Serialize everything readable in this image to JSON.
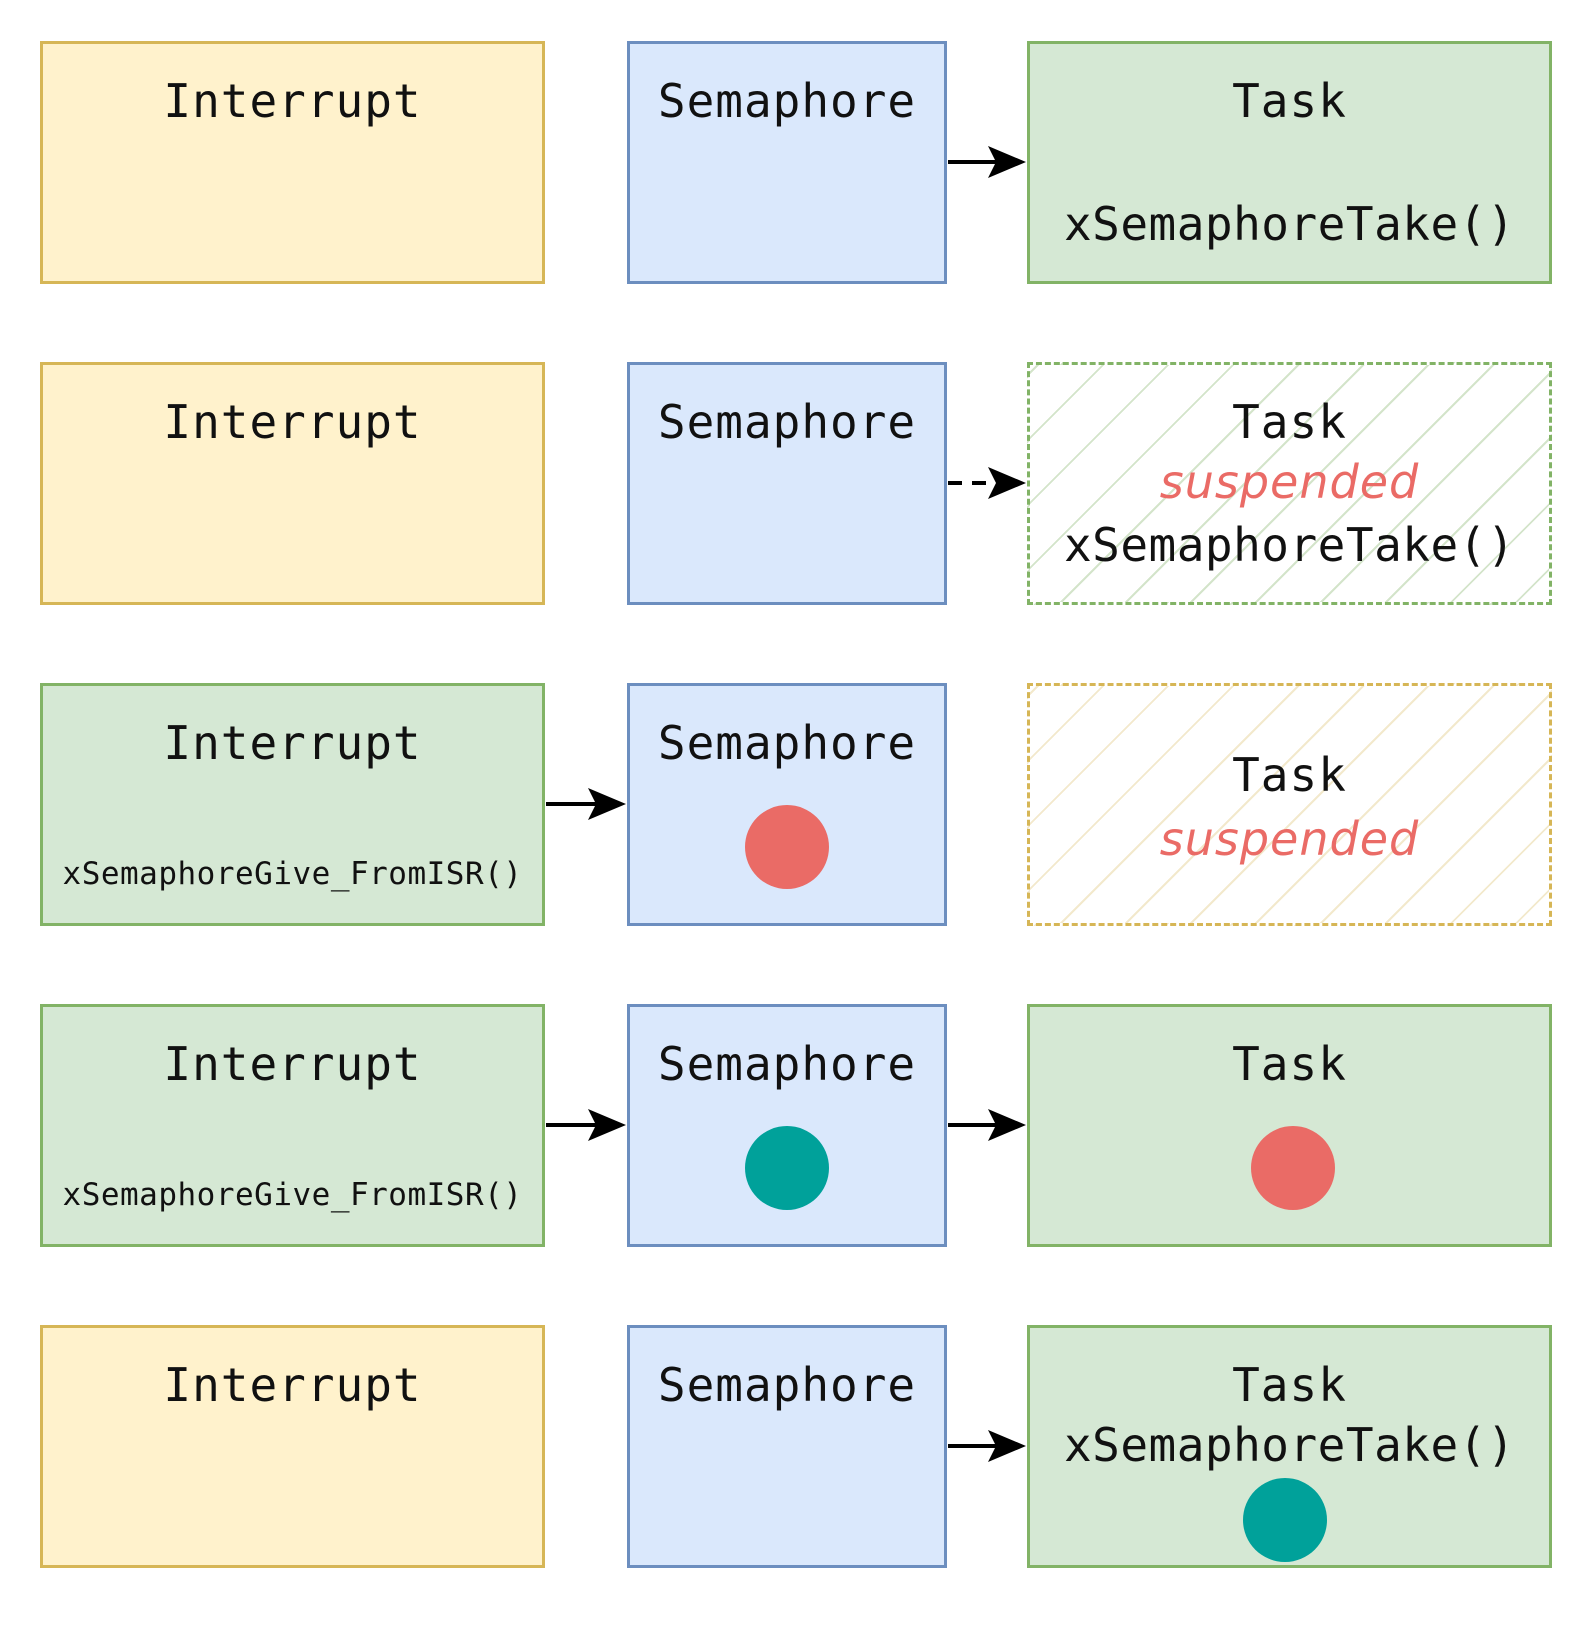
{
  "rows": [
    {
      "interrupt": {
        "title": "Interrupt",
        "call": ""
      },
      "semaphore": {
        "title": "Semaphore"
      },
      "task": {
        "title": "Task",
        "status": "",
        "call": "xSemaphoreTake()"
      }
    },
    {
      "interrupt": {
        "title": "Interrupt",
        "call": ""
      },
      "semaphore": {
        "title": "Semaphore"
      },
      "task": {
        "title": "Task",
        "status": "suspended",
        "call": "xSemaphoreTake()"
      }
    },
    {
      "interrupt": {
        "title": "Interrupt",
        "call": "xSemaphoreGive_FromISR()"
      },
      "semaphore": {
        "title": "Semaphore",
        "token": "red-token"
      },
      "task": {
        "title": "Task",
        "status": "suspended",
        "call": ""
      }
    },
    {
      "interrupt": {
        "title": "Interrupt",
        "call": "xSemaphoreGive_FromISR()"
      },
      "semaphore": {
        "title": "Semaphore",
        "token": "teal-token"
      },
      "task": {
        "title": "Task",
        "status": "",
        "call": "",
        "token": "red-token"
      }
    },
    {
      "interrupt": {
        "title": "Interrupt",
        "call": ""
      },
      "semaphore": {
        "title": "Semaphore"
      },
      "task": {
        "title": "Task",
        "status": "",
        "call": "xSemaphoreTake()",
        "token": "teal-token"
      }
    }
  ],
  "colors": {
    "interrupt_idle_fill": "#fff2cc",
    "interrupt_idle_border": "#d6b656",
    "active_fill": "#d5e8d4",
    "active_border": "#82b366",
    "semaphore_fill": "#dae8fc",
    "semaphore_border": "#6c8ebf",
    "suspended_text": "#ea6b66",
    "red_token": "#ea6b66",
    "teal_token": "#00a19a"
  }
}
